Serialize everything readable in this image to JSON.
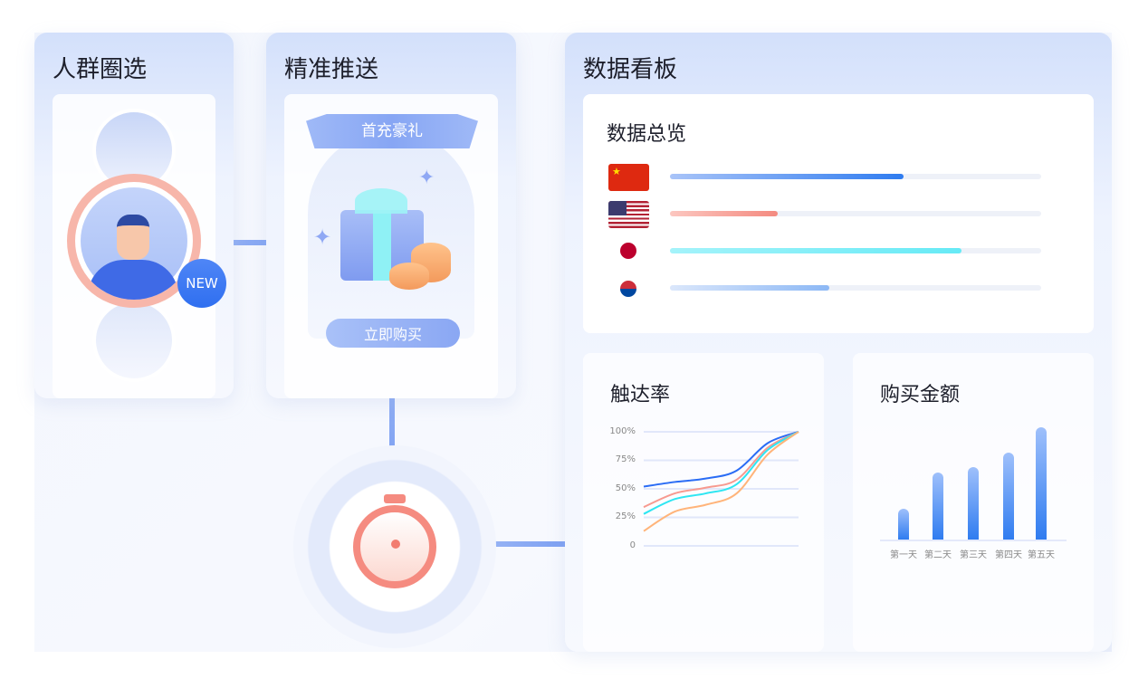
{
  "panels": {
    "audience": "人群圈选",
    "push": "精准推送",
    "dashboard": "数据看板"
  },
  "audience": {
    "badge": "NEW"
  },
  "push": {
    "ribbon": "首充豪礼",
    "buy_button": "立即购买"
  },
  "overview": {
    "title": "数据总览",
    "rows": [
      {
        "flag": "china-flag",
        "percent": 63,
        "color": "#2f7cf0"
      },
      {
        "flag": "usa-flag",
        "percent": 29,
        "color": "#f48a80"
      },
      {
        "flag": "japan-flag",
        "percent": 78.5,
        "color": "#66eaf6"
      },
      {
        "flag": "korea-flag",
        "percent": 43,
        "color": "#8cb8f5"
      }
    ]
  },
  "chart_data": [
    {
      "type": "line",
      "title": "触达率",
      "yticks": [
        "100%",
        "75%",
        "50%",
        "25%",
        "0"
      ],
      "ylim": [
        0,
        100
      ],
      "x": [
        0,
        1,
        2,
        3,
        4,
        5
      ],
      "series": [
        {
          "name": "blue",
          "color": "#2a6cf5",
          "values": [
            52,
            56,
            59,
            66,
            90,
            100
          ]
        },
        {
          "name": "red",
          "color": "#f79a90",
          "values": [
            34,
            46,
            51,
            58,
            86,
            100
          ]
        },
        {
          "name": "cyan",
          "color": "#2ee6f2",
          "values": [
            28,
            41,
            46,
            54,
            84,
            100
          ]
        },
        {
          "name": "orange",
          "color": "#ffb47a",
          "values": [
            13,
            30,
            36,
            46,
            80,
            100
          ]
        }
      ]
    },
    {
      "type": "bar",
      "title": "购买金额",
      "categories": [
        "第一天",
        "第二天",
        "第三天",
        "第四天",
        "第五天"
      ],
      "values": [
        34,
        74,
        80,
        96,
        124
      ]
    }
  ]
}
